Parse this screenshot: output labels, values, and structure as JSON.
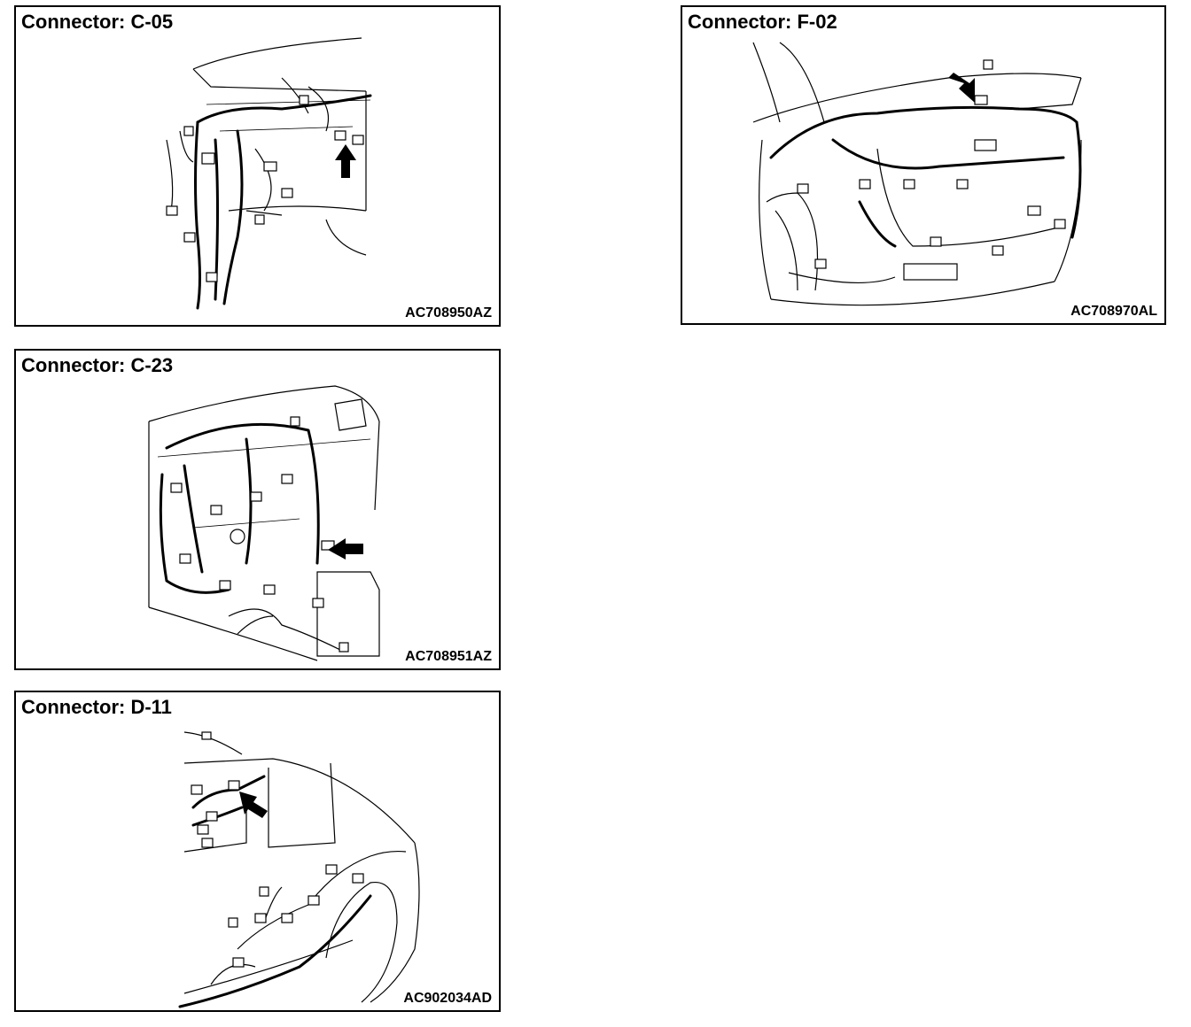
{
  "panels": [
    {
      "title": "Connector: C-05",
      "code": "AC708950AZ"
    },
    {
      "title": "Connector: F-02",
      "code": "AC708970AL"
    },
    {
      "title": "Connector: C-23",
      "code": "AC708951AZ"
    },
    {
      "title": "Connector: D-11",
      "code": "AC902034AD"
    }
  ]
}
